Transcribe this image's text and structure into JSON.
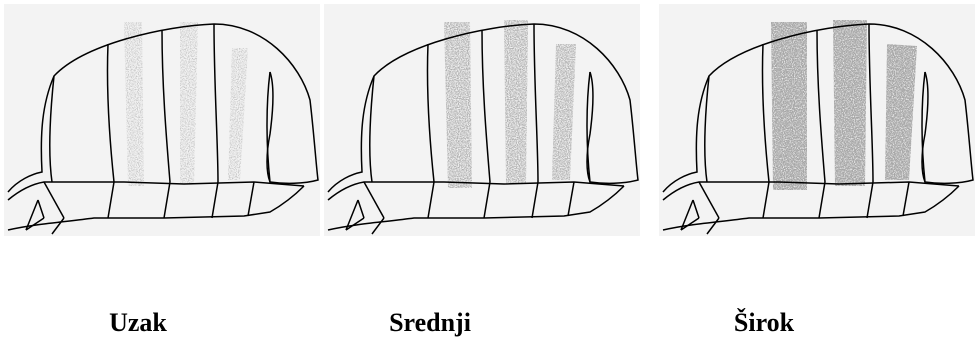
{
  "figure": {
    "panels": [
      {
        "caption": "Uzak",
        "band_intensity": "narrow"
      },
      {
        "caption": "Srednji",
        "band_intensity": "medium"
      },
      {
        "caption": "Širok",
        "band_intensity": "wide"
      }
    ],
    "colors": {
      "background": "#f3f3f3",
      "outline": "#000000",
      "band": "#7a7a7a"
    }
  }
}
